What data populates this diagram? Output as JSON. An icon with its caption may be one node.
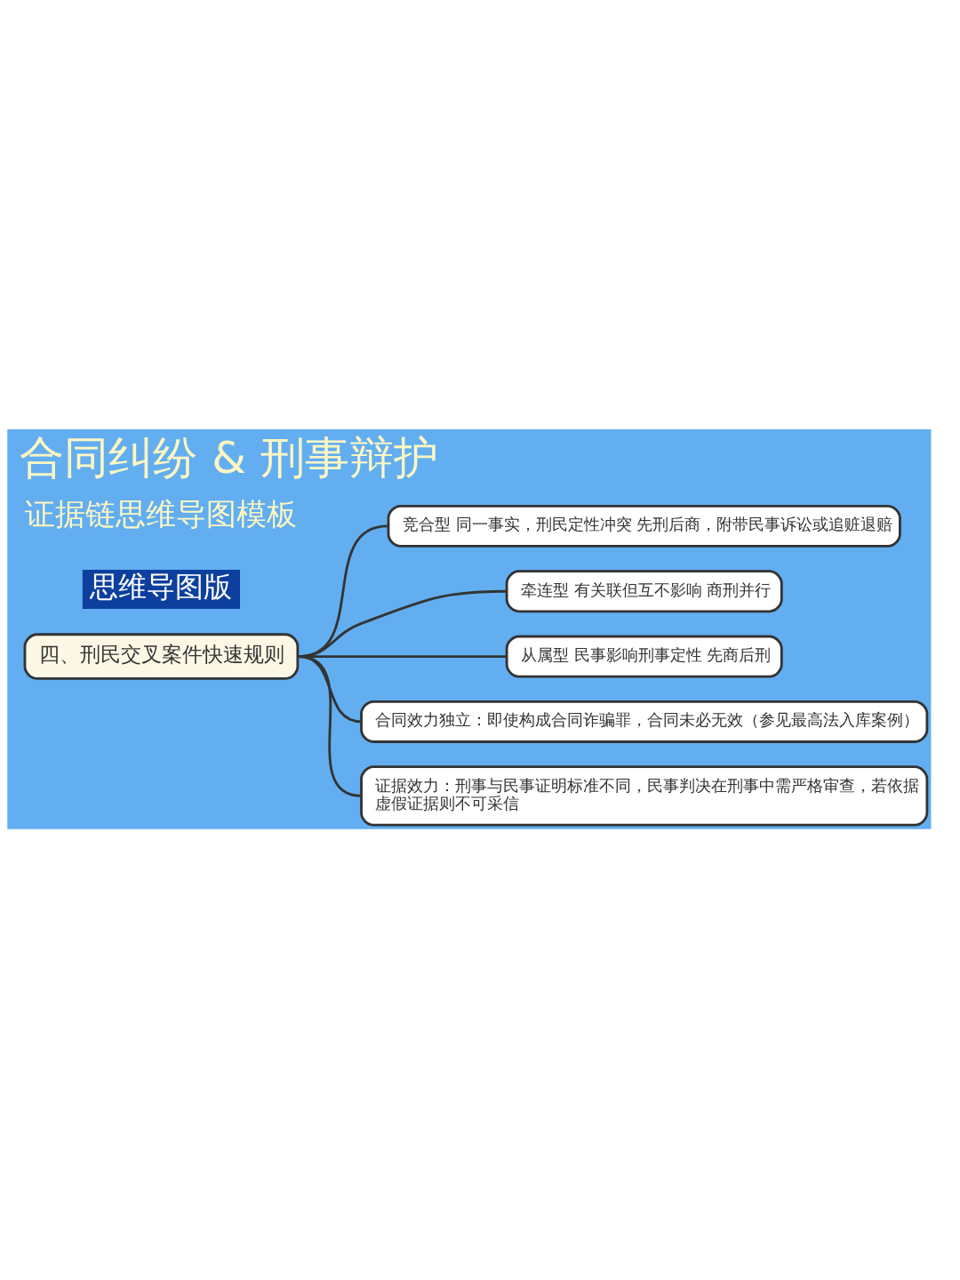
{
  "diagram": {
    "title": "合同纠纷 & 刑事辩护",
    "nodes": [
      {
        "text": [
          "四、刑民交叉案件快速规则"
        ]
      },
      {
        "text": [
          "竞合型 同一事实，刑民定性冲突 先刑后商，附带民事诉讼或追赃退赔"
        ]
      },
      {
        "text": [
          "牵连型 有关联但互不影响 商刑并行"
        ]
      },
      {
        "text": [
          "从属型 民事影响刑事定性 先商后刑"
        ]
      },
      {
        "text": [
          "合同效力独立：即使构成合同诈骗罪，合同未必无效（参见最高法入库案例）"
        ]
      },
      {
        "text": [
          "证据效力：刑事与民事证明标准不同，民事判决在刑事中需严格审查，若依据虚假证据则不可采信"
        ]
      }
    ],
    "edges": [
      {
        "from": 0,
        "to": 1,
        "arrow": "none"
      },
      {
        "from": 0,
        "to": 2,
        "arrow": "none"
      },
      {
        "from": 0,
        "to": 3,
        "arrow": "none"
      },
      {
        "from": 0,
        "to": 4,
        "arrow": "none"
      },
      {
        "from": 0,
        "to": 5,
        "arrow": "none"
      }
    ],
    "labels": [
      "证据链思维导图模板",
      "思维导图版"
    ]
  }
}
